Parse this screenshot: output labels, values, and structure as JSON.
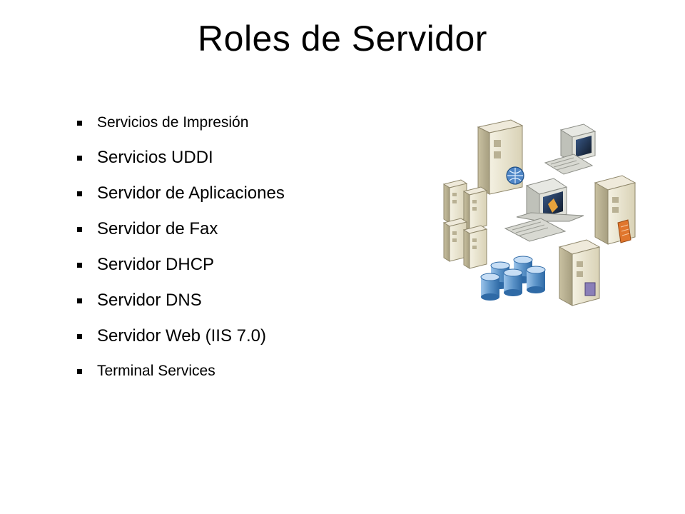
{
  "slide": {
    "title": "Roles de Servidor",
    "bullets": [
      {
        "label": "Servicios de Impresión",
        "size": "small"
      },
      {
        "label": "Servicios UDDI",
        "size": "large"
      },
      {
        "label": "Servidor de Aplicaciones",
        "size": "large"
      },
      {
        "label": "Servidor de Fax",
        "size": "large"
      },
      {
        "label": "Servidor DHCP",
        "size": "large"
      },
      {
        "label": "Servidor DNS",
        "size": "large"
      },
      {
        "label": "Servidor Web (IIS 7.0)",
        "size": "large"
      },
      {
        "label": "Terminal Services",
        "size": "small"
      }
    ],
    "illustration": {
      "icon": "server-network-illustration-icon",
      "colors": {
        "server_body": "#e9e4cf",
        "server_shade": "#bdb596",
        "monitor_frame": "#dfe0dc",
        "screen": "#1d2a3e",
        "database": "#5b93c8",
        "accent_orange": "#e0762d"
      }
    }
  }
}
